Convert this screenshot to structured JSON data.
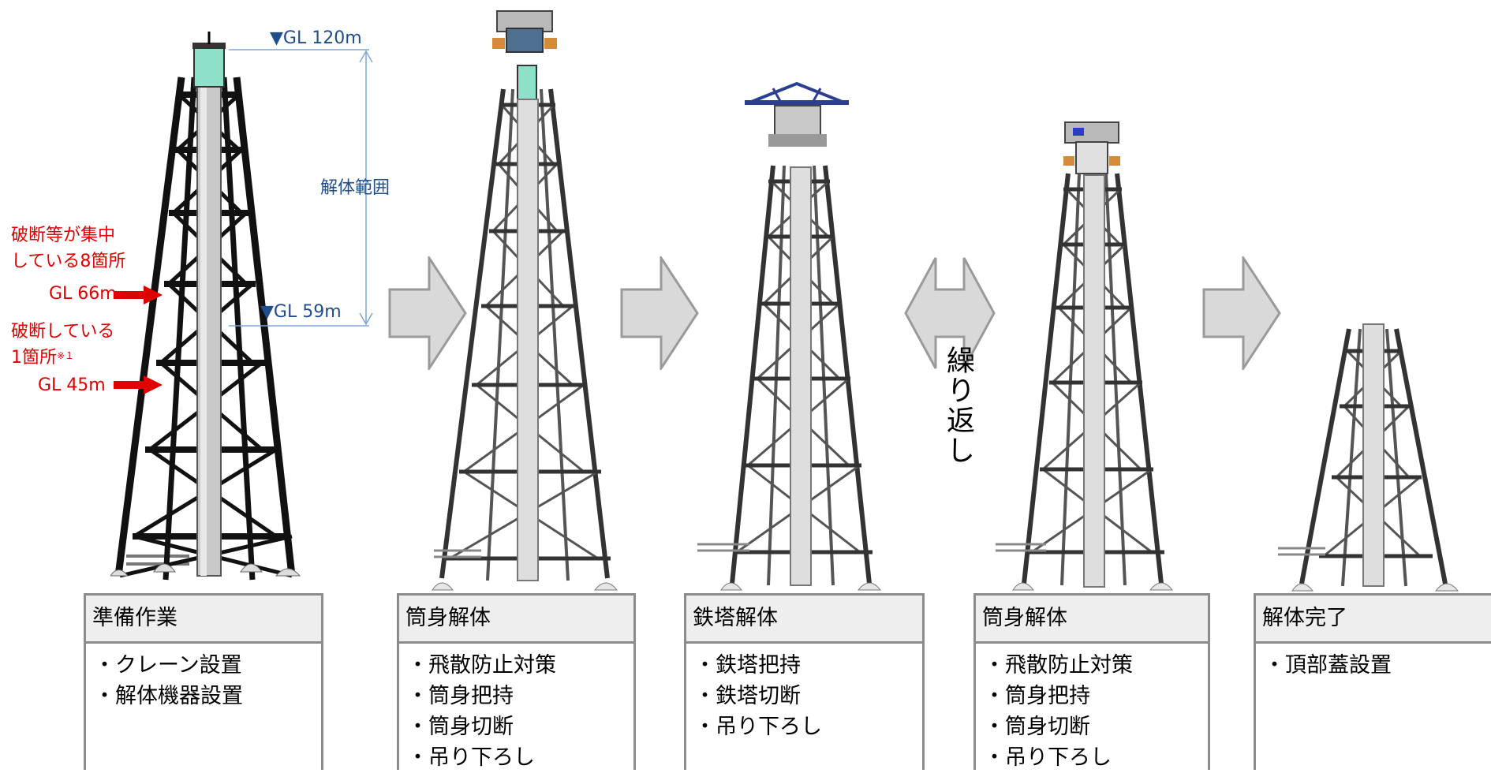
{
  "annotations": {
    "gl_120": "▼GL 120m",
    "gl_59": "▼GL 59m",
    "range_label": "解体範囲",
    "concentrated_line1": "破断等が集中",
    "concentrated_line2": "している8箇所",
    "gl_66": "GL 66m",
    "broken_line1": "破断している",
    "broken_line2": "1箇所",
    "broken_note_mark": "※１",
    "gl_45": "GL 45m"
  },
  "repeat_label": "繰り返し",
  "steps": [
    {
      "title": "準備作業",
      "items": [
        "・クレーン設置",
        "・解体機器設置"
      ]
    },
    {
      "title": "筒身解体",
      "items": [
        "・飛散防止対策",
        "・筒身把持",
        "・筒身切断",
        "・吊り下ろし"
      ]
    },
    {
      "title": "鉄塔解体",
      "items": [
        "・鉄塔把持",
        "・鉄塔切断",
        "・吊り下ろし"
      ]
    },
    {
      "title": "筒身解体",
      "items": [
        "・飛散防止対策",
        "・筒身把持",
        "・筒身切断",
        "・吊り下ろし"
      ]
    },
    {
      "title": "解体完了",
      "items": [
        "・頂部蓋設置"
      ]
    }
  ],
  "colors": {
    "annotation_blue": "#1f4e8c",
    "alert_red": "#e00000",
    "arrow_fill": "#d9d9d9",
    "arrow_stroke": "#9a9a9a",
    "box_border": "#8c8c8c",
    "title_bg": "#eeeeee"
  },
  "icons": [
    "red-arrow-icon",
    "gray-arrow-right-icon",
    "gray-double-arrow-icon"
  ]
}
